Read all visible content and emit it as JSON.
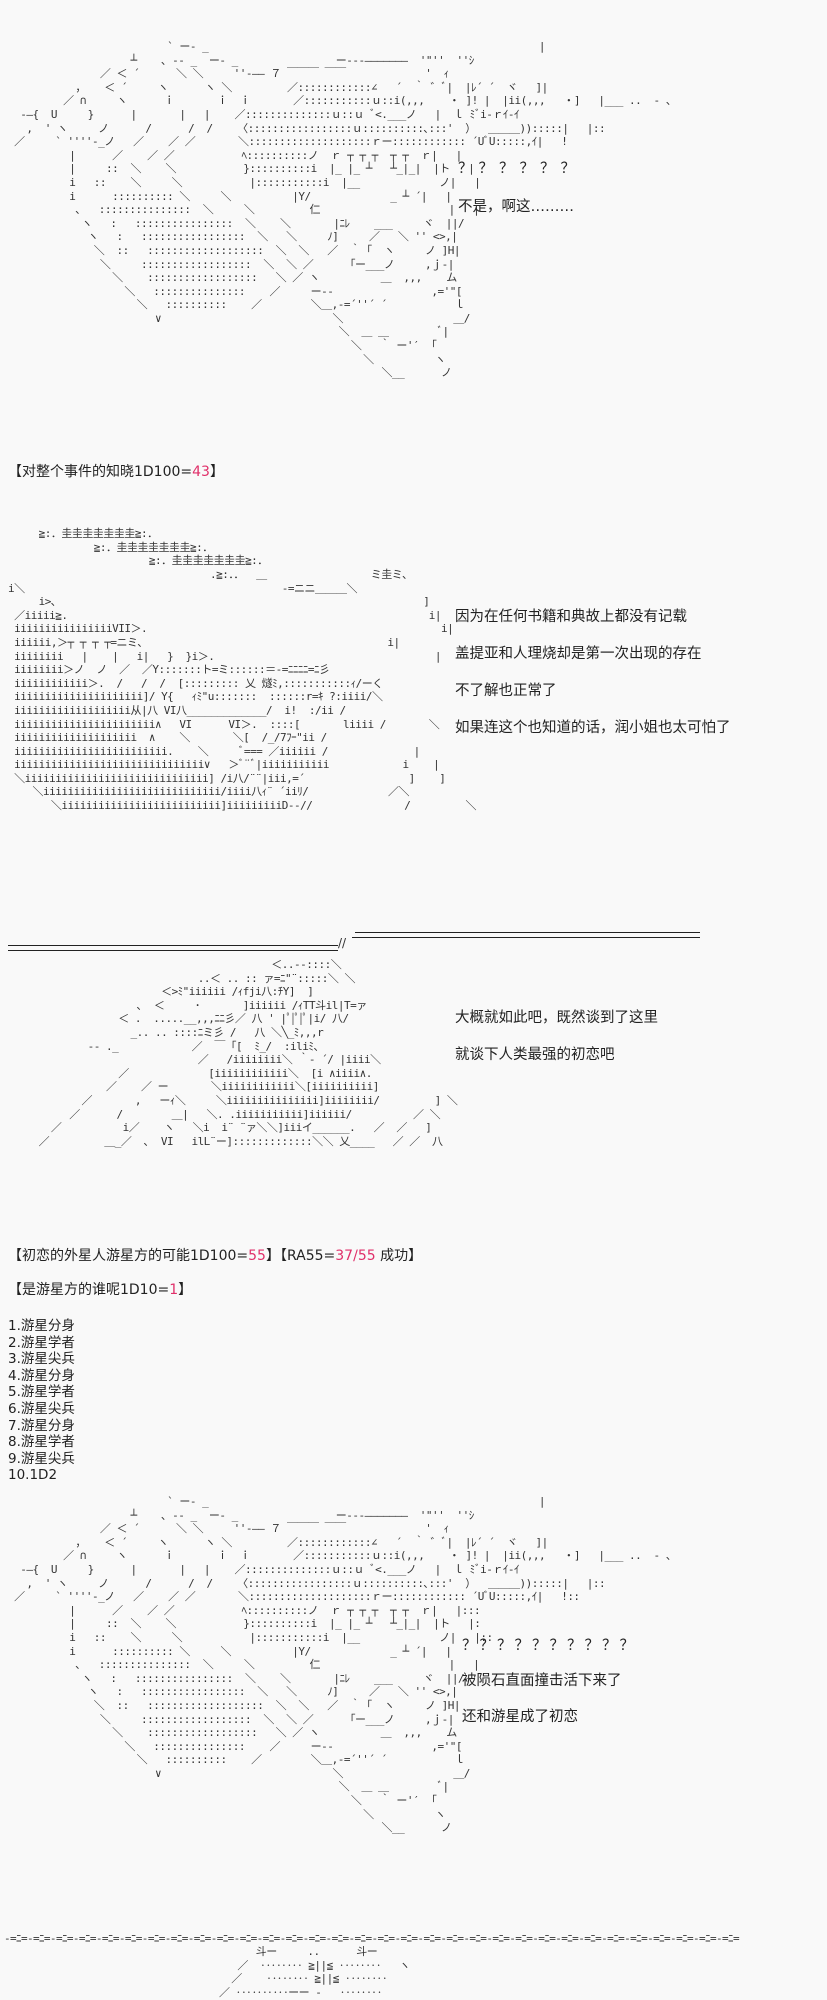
{
  "panel1": {
    "question_marks": "？？？？？？",
    "line1": "不是，啊这………"
  },
  "roll1": {
    "prefix": "【对整个事件的知晓1D100=",
    "value": "43",
    "suffix": "】"
  },
  "panel2": {
    "lines": [
      "因为在任何书籍和典故上都没有记载",
      "盖提亚和人理烧却是第一次出现的存在",
      "不了解也正常了",
      "如果连这个也知道的话，润小姐也太可怕了"
    ]
  },
  "panel3": {
    "lines": [
      "大概就如此吧，既然谈到了这里",
      "就谈下人类最强的初恋吧"
    ]
  },
  "roll2": {
    "prefix": "【初恋的外星人游星方的可能1D100=",
    "value": "55",
    "mid": "】【RA55=",
    "ra_value": "37",
    "slash": "/",
    "ra_target": "55",
    "result": " 成功】"
  },
  "roll3": {
    "prefix": "【是游星方的谁呢1D10=",
    "value": "1",
    "suffix": "】"
  },
  "options": [
    "1.游星分身",
    "2.游星学者",
    "3.游星尖兵",
    "4.游星分身",
    "5.游星学者",
    "6.游星尖兵",
    "7.游星分身",
    "8.游星学者",
    "9.游星尖兵",
    "10.1D2"
  ],
  "panel4": {
    "question_marks": "？？？？？？？？？？",
    "line1": "被陨石直面撞击活下来了",
    "line2": "还和游星成了初恋"
  },
  "colors": {
    "roll_value": "#e0306a",
    "background": "#f9f9f9",
    "text": "#222222"
  }
}
